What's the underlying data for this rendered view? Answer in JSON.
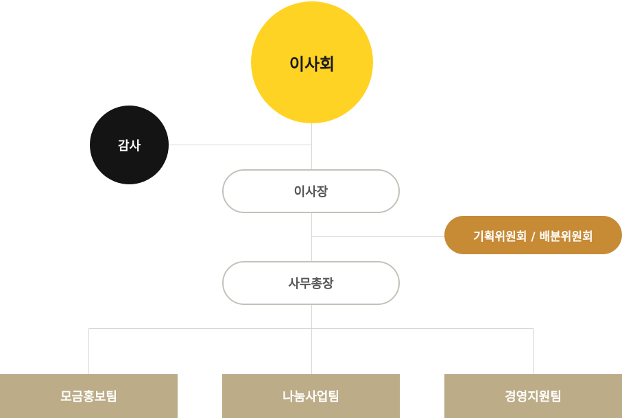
{
  "org_chart": {
    "board": "이사회",
    "auditor": "감사",
    "chairman": "이사장",
    "committee": "기획위원회 / 배분위원회",
    "secretary_general": "사무총장",
    "teams": [
      "모금홍보팀",
      "나눔사업팀",
      "경영지원팀"
    ]
  },
  "colors": {
    "board": "#ffd324",
    "auditor": "#141414",
    "committee": "#c78a35",
    "team": "#bcac87",
    "pill_border": "#c4c1b9",
    "connector": "#d6d6d6"
  }
}
